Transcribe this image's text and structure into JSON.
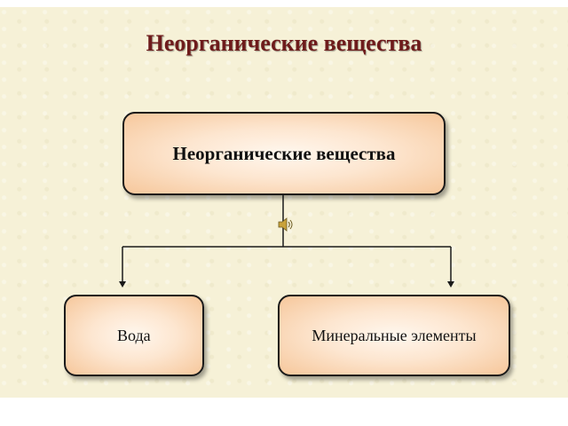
{
  "slide": {
    "title": "Неорганические вещества"
  },
  "diagram": {
    "root": {
      "label": "Неорганические вещества"
    },
    "children": [
      {
        "label": "Вода"
      },
      {
        "label": "Минеральные элементы"
      }
    ]
  },
  "icons": {
    "audio": "speaker-icon"
  },
  "colors": {
    "title": "#6e1b1b",
    "box_fill_edge": "#f6c79b",
    "box_fill_center": "#fff7ee",
    "background": "#f6f1d7",
    "line": "#1a1a1a"
  }
}
